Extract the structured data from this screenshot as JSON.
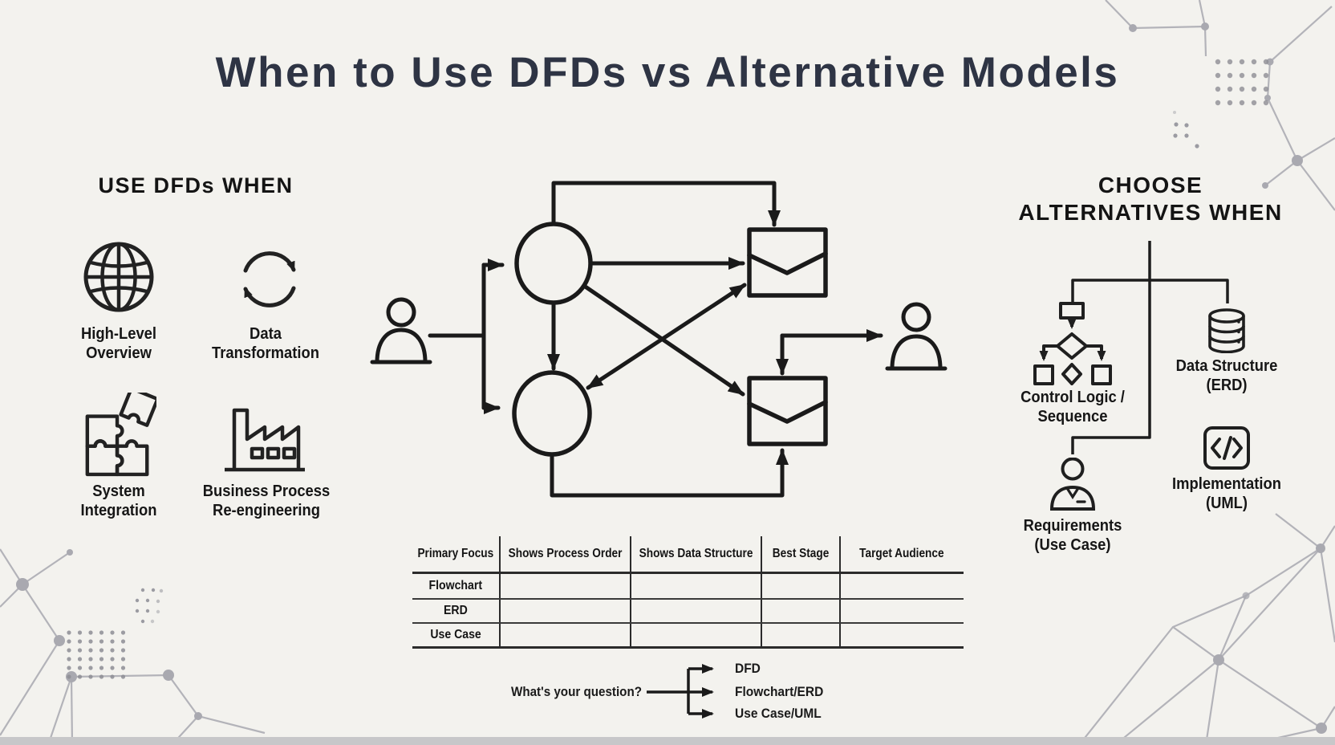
{
  "title": "When to Use DFDs vs Alternative Models",
  "use_dfds": {
    "heading": "USE DFDs WHEN",
    "items": [
      {
        "icon": "globe-icon",
        "line1": "High-Level",
        "line2": "Overview"
      },
      {
        "icon": "cycle-arrows-icon",
        "line1": "Data",
        "line2": "Transformation"
      },
      {
        "icon": "puzzle-icon",
        "line1": "System",
        "line2": "Integration"
      },
      {
        "icon": "factory-icon",
        "line1": "Business Process",
        "line2": "Re-engineering"
      }
    ]
  },
  "alternatives": {
    "heading_line1": "CHOOSE",
    "heading_line2": "ALTERNATIVES WHEN",
    "items": [
      {
        "icon": "flowchart-icon",
        "line1": "Control Logic /",
        "line2": "Sequence"
      },
      {
        "icon": "database-icon",
        "line1": "Data Structure",
        "line2": "(ERD)"
      },
      {
        "icon": "use-case-person-icon",
        "line1": "Requirements",
        "line2": "(Use Case)"
      },
      {
        "icon": "code-brackets-icon",
        "line1": "Implementation",
        "line2": "(UML)"
      }
    ]
  },
  "comparison_table": {
    "headers": [
      "Primary Focus",
      "Shows Process Order",
      "Shows Data Structure",
      "Best Stage",
      "Target Audience"
    ],
    "row_labels": [
      "Flowchart",
      "ERD",
      "Use Case"
    ]
  },
  "decision": {
    "question": "What's your question?",
    "options": [
      "DFD",
      "Flowchart/ERD",
      "Use Case/UML"
    ]
  },
  "colors": {
    "background": "#f3f2ee",
    "title_text": "#2e3444",
    "ink": "#1a1a1a",
    "decor_grey": "#b3b3b9",
    "bottom_band": "#c7c7c9"
  }
}
